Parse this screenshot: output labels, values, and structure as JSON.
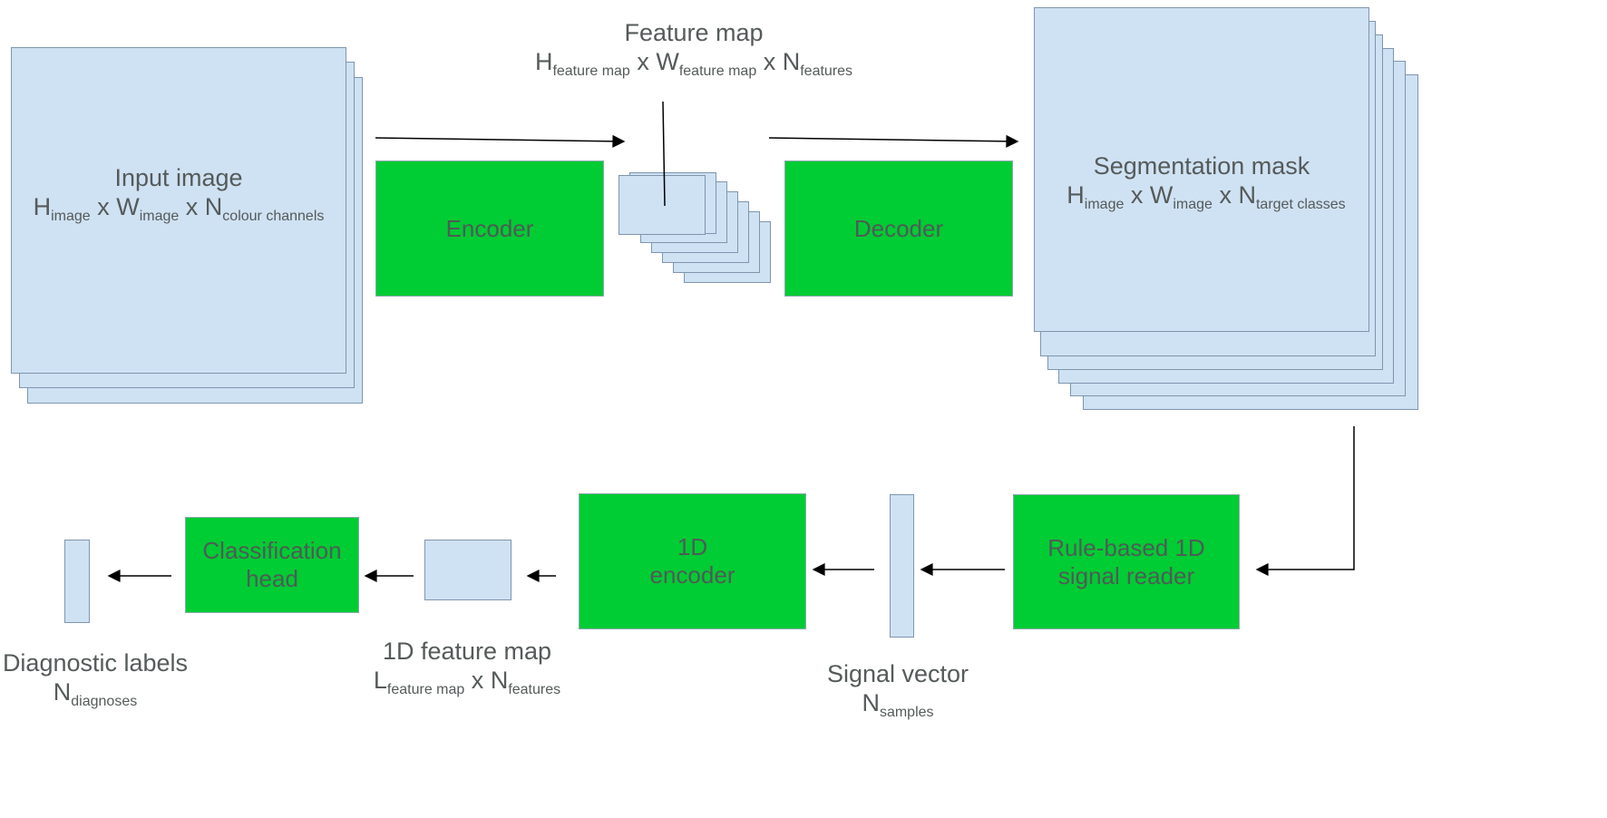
{
  "input_image": {
    "title": "Input image",
    "dims": [
      {
        "base": "H",
        "sub": "image"
      },
      {
        "sep": " x "
      },
      {
        "base": "W",
        "sub": "image"
      },
      {
        "sep": " x "
      },
      {
        "base": "N",
        "sub": "colour channels"
      }
    ]
  },
  "feature_map": {
    "title": "Feature map",
    "dims": [
      {
        "base": "H",
        "sub": "feature map"
      },
      {
        "sep": " x "
      },
      {
        "base": "W",
        "sub": "feature map"
      },
      {
        "sep": " x "
      },
      {
        "base": "N",
        "sub": "features"
      }
    ]
  },
  "segmentation_mask": {
    "title": "Segmentation mask",
    "dims": [
      {
        "base": "H",
        "sub": "image"
      },
      {
        "sep": " x "
      },
      {
        "base": "W",
        "sub": "image"
      },
      {
        "sep": " x "
      },
      {
        "base": "N",
        "sub": "target classes"
      }
    ]
  },
  "blocks": {
    "encoder": [
      "Encoder"
    ],
    "decoder": [
      "Decoder"
    ],
    "signal_reader": [
      "Rule-based 1D",
      "signal reader"
    ],
    "encoder_1d": [
      "1D",
      "encoder"
    ],
    "classification_head": [
      "Classification",
      "head"
    ]
  },
  "signal_vector": {
    "title": "Signal vector",
    "dims": [
      {
        "base": "N",
        "sub": "samples"
      }
    ]
  },
  "feature_map_1d": {
    "title": "1D feature map",
    "dims": [
      {
        "base": "L",
        "sub": "feature map"
      },
      {
        "sep": " x "
      },
      {
        "base": "N",
        "sub": "features"
      }
    ]
  },
  "diagnostic_labels": {
    "title": "Diagnostic labels",
    "dims": [
      {
        "base": "N",
        "sub": "diagnoses"
      }
    ]
  }
}
